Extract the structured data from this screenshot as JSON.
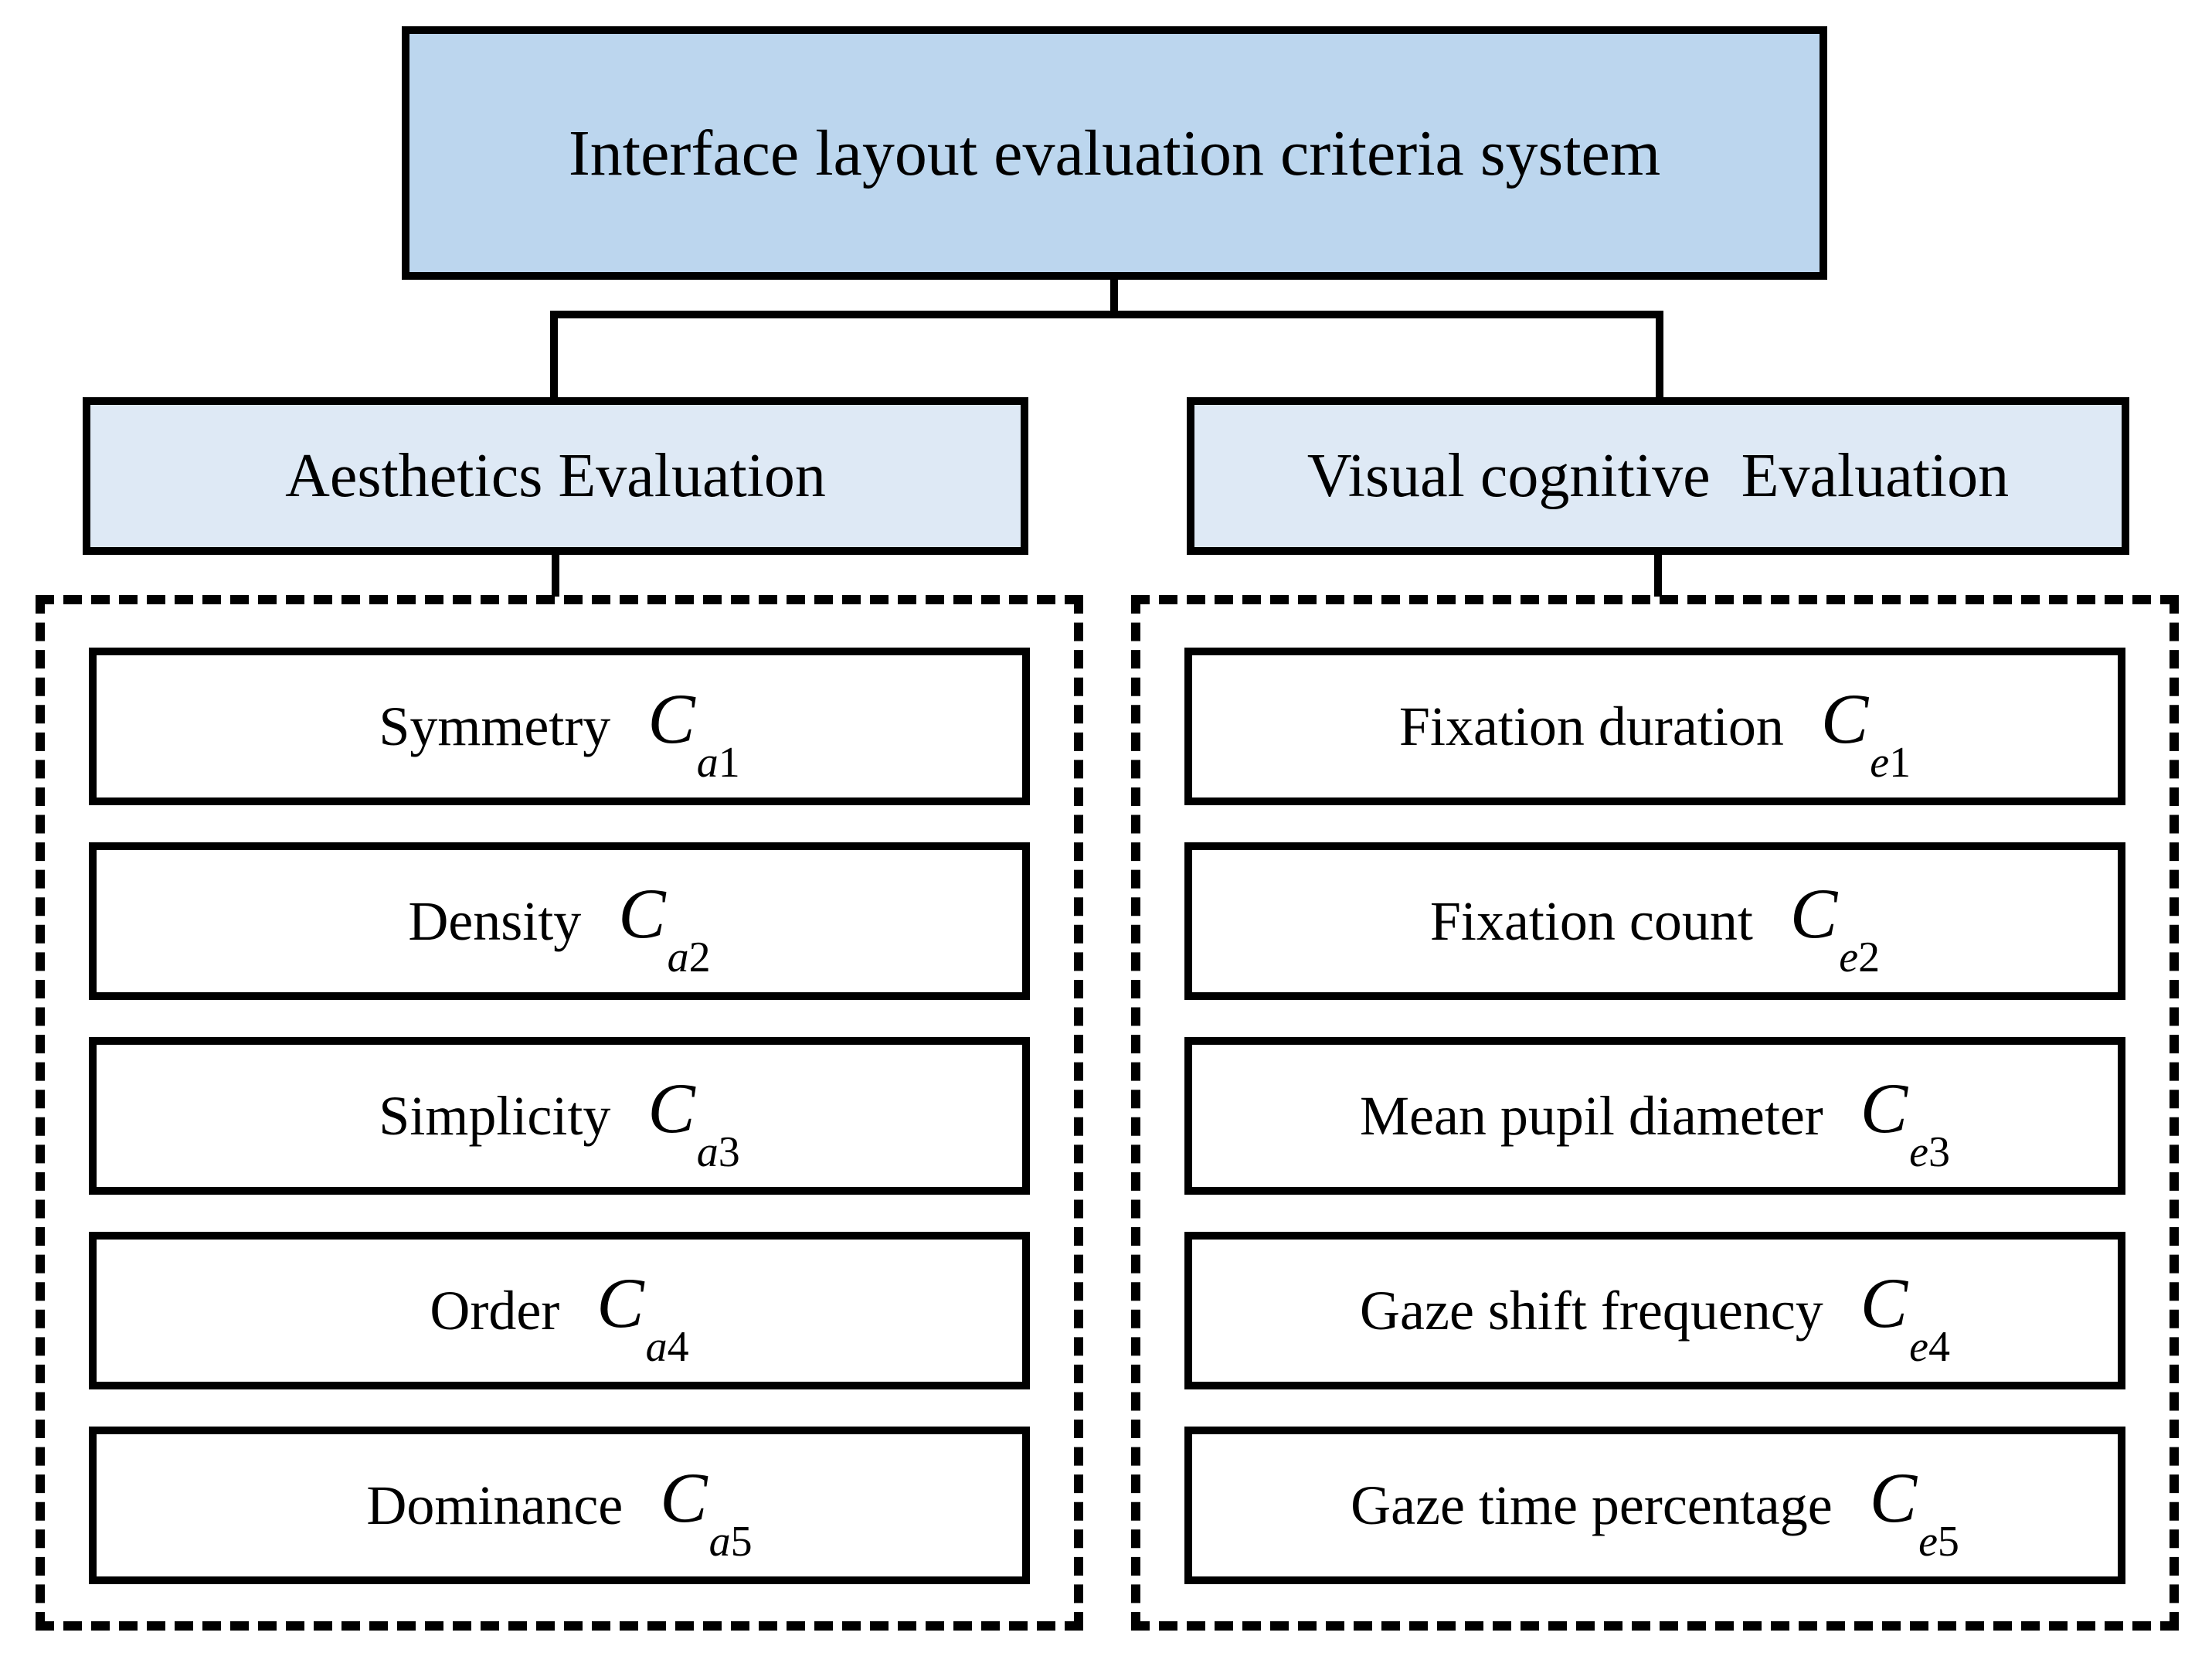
{
  "root": {
    "label": "Interface layout evaluation criteria system"
  },
  "branches": [
    {
      "label": "Aesthetics Evaluation",
      "items": [
        {
          "label": "Symmetry",
          "code_letter": "C",
          "sub_letter": "a",
          "sub_num": "1"
        },
        {
          "label": "Density",
          "code_letter": "C",
          "sub_letter": "a",
          "sub_num": "2"
        },
        {
          "label": "Simplicity",
          "code_letter": "C",
          "sub_letter": "a",
          "sub_num": "3"
        },
        {
          "label": "Order",
          "code_letter": "C",
          "sub_letter": "a",
          "sub_num": "4"
        },
        {
          "label": "Dominance",
          "code_letter": "C",
          "sub_letter": "a",
          "sub_num": "5"
        }
      ]
    },
    {
      "label": "Visual cognitive  Evaluation",
      "items": [
        {
          "label": "Fixation duration",
          "code_letter": "C",
          "sub_letter": "e",
          "sub_num": "1"
        },
        {
          "label": "Fixation count",
          "code_letter": "C",
          "sub_letter": "e",
          "sub_num": "2"
        },
        {
          "label": "Mean pupil diameter",
          "code_letter": "C",
          "sub_letter": "e",
          "sub_num": "3"
        },
        {
          "label": "Gaze shift frequency",
          "code_letter": "C",
          "sub_letter": "e",
          "sub_num": "4"
        },
        {
          "label": "Gaze time percentage",
          "code_letter": "C",
          "sub_letter": "e",
          "sub_num": "5"
        }
      ]
    }
  ],
  "colors": {
    "root_fill": "#BCD6EE",
    "branch_fill": "#DEE9F5",
    "item_fill": "#FFFFFF",
    "line": "#000000"
  }
}
